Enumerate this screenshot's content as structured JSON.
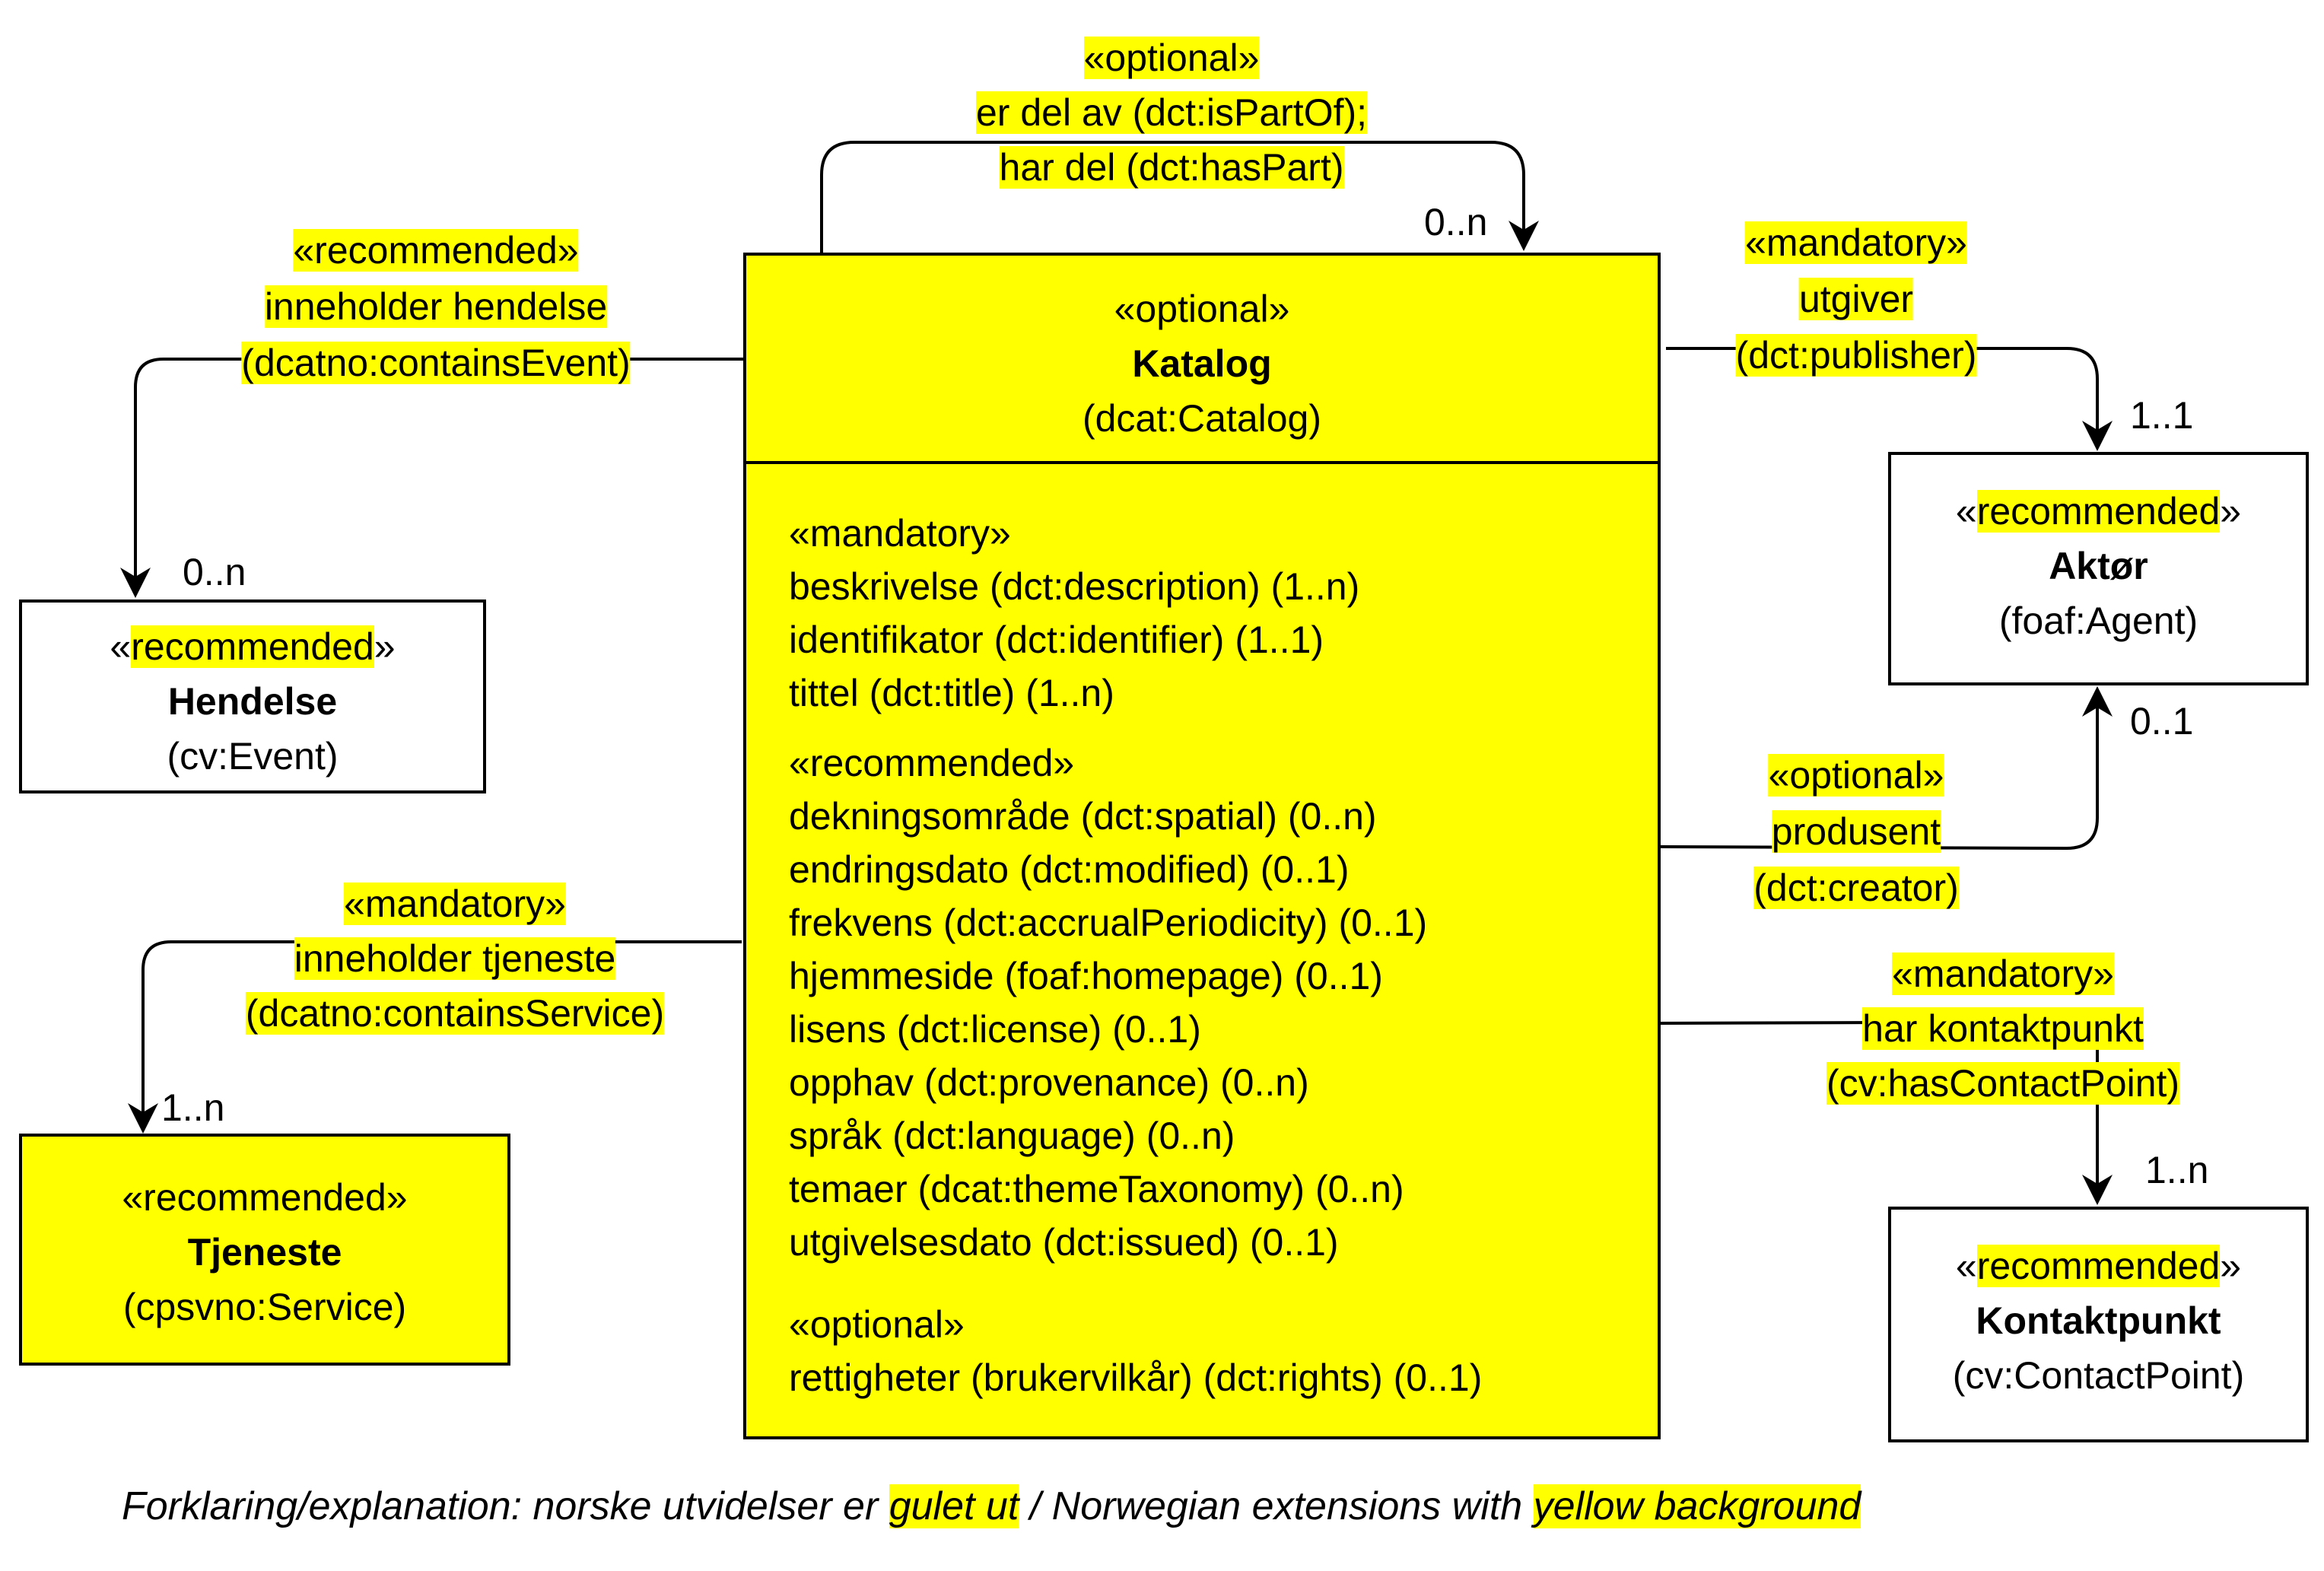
{
  "catalog": {
    "stereotype": "«optional»",
    "name": "Katalog",
    "uri": "(dcat:Catalog)",
    "mandatory_header": "«mandatory»",
    "mandatory_attrs": [
      "beskrivelse (dct:description) (1..n)",
      "identifikator (dct:identifier) (1..1)",
      "tittel (dct:title) (1..n)"
    ],
    "recommended_header": "«recommended»",
    "recommended_attrs": [
      "dekningsområde (dct:spatial) (0..n)",
      "endringsdato (dct:modified) (0..1)",
      "frekvens (dct:accrualPeriodicity) (0..1)",
      "hjemmeside (foaf:homepage) (0..1)",
      "lisens (dct:license) (0..1)",
      "opphav (dct:provenance) (0..n)",
      "språk (dct:language) (0..n)",
      "temaer (dcat:themeTaxonomy) (0..n)",
      "utgivelsesdato (dct:issued) (0..1)"
    ],
    "optional_header": "«optional»",
    "optional_attrs": [
      "rettigheter (brukervilkår) (dct:rights) (0..1)"
    ]
  },
  "hendelse": {
    "stereotype_open": "«",
    "stereotype": "recommended",
    "stereotype_close": "»",
    "name": "Hendelse",
    "uri": "(cv:Event)"
  },
  "tjeneste": {
    "stereotype": "«recommended»",
    "name": "Tjeneste",
    "uri": "(cpsvno:Service)"
  },
  "aktor": {
    "stereotype_open": "«",
    "stereotype": "recommended",
    "stereotype_close": "»",
    "name": "Aktør",
    "uri": "(foaf:Agent)"
  },
  "kontaktpunkt": {
    "stereotype_open": "«",
    "stereotype": "recommended",
    "stereotype_close": "»",
    "name": "Kontaktpunkt",
    "uri": "(cv:ContactPoint)"
  },
  "relations": {
    "self": {
      "lines": [
        "«optional»",
        "er del av (dct:isPartOf);",
        "har del (dct:hasPart)"
      ],
      "multiplicity": "0..n"
    },
    "event": {
      "lines": [
        "«recommended»",
        "inneholder hendelse",
        "(dcatno:containsEvent)"
      ],
      "multiplicity": "0..n"
    },
    "service": {
      "lines": [
        "«mandatory»",
        "inneholder tjeneste",
        "(dcatno:containsService)"
      ],
      "multiplicity": "1..n"
    },
    "publisher": {
      "lines": [
        "«mandatory»",
        "utgiver",
        "(dct:publisher)"
      ],
      "multiplicity": "1..1"
    },
    "creator": {
      "lines": [
        "«optional»",
        "produsent",
        "(dct:creator)"
      ],
      "multiplicity": "0..1"
    },
    "contact": {
      "lines": [
        "«mandatory»",
        "har kontaktpunkt",
        "(cv:hasContactPoint)"
      ],
      "multiplicity": "1..n"
    }
  },
  "caption": {
    "part1": "Forklaring/explanation: norske utvidelser er ",
    "highlight1": "gulet ut",
    "part2": " / Norwegian extensions with ",
    "highlight2": "yellow background"
  },
  "colors": {
    "highlight": "#ffff00",
    "line": "#000000"
  }
}
